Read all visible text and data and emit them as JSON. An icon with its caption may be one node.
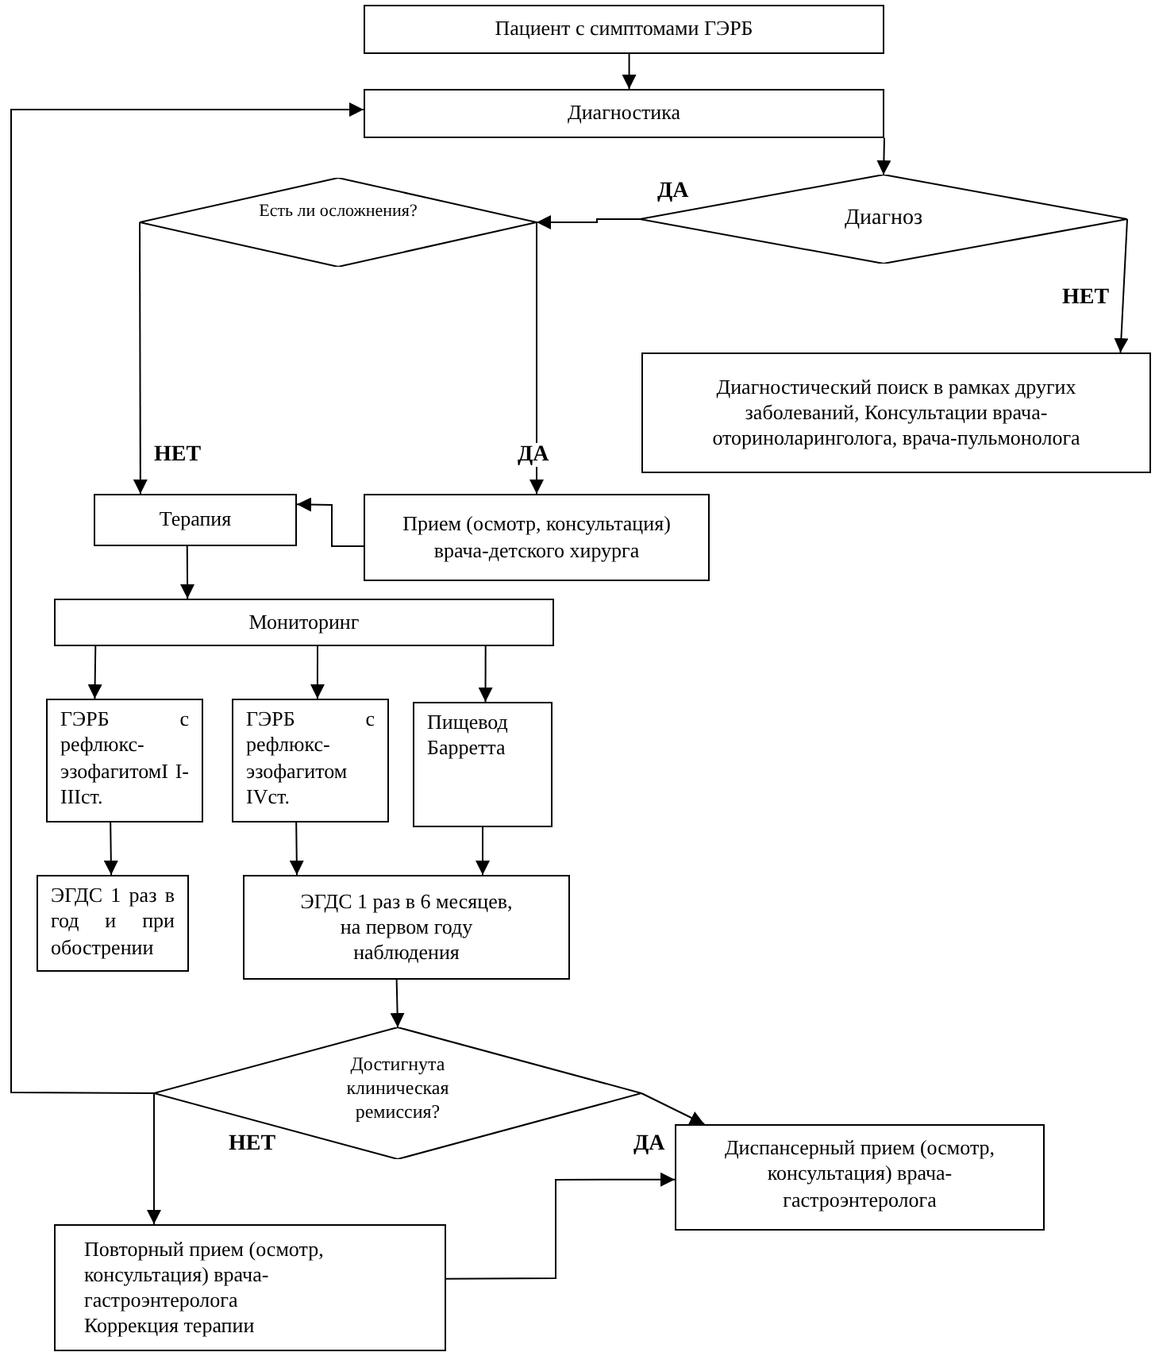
{
  "diagram": {
    "nodes": [
      {
        "text": [
          "Пациент с симптомами ГЭРБ"
        ]
      },
      {
        "text": [
          "Диагностика"
        ]
      },
      {
        "text": [
          "Диагноз"
        ]
      },
      {
        "text": [
          "Есть ли осложнения?"
        ]
      },
      {
        "text": [
          "Диагностический поиск в рамках других заболеваний, Консультации врача- оториноларинголога, врача-пульмонолога"
        ]
      },
      {
        "text": [
          "Терапия"
        ]
      },
      {
        "text": [
          "Прием (осмотр, консультация) врача-детского хирурга"
        ]
      },
      {
        "text": [
          "Мониторинг"
        ]
      },
      {
        "text": [
          "ГЭРБ с рефлюкс-эзофагитомI I-IIIст."
        ]
      },
      {
        "text": [
          "ГЭРБ с рефлюкс-эзофагитом IVст."
        ]
      },
      {
        "text": [
          "Пищевод Барретта"
        ]
      },
      {
        "text": [
          "ЭГДС 1 раз в год и при обострении"
        ]
      },
      {
        "text": [
          "ЭГДС 1 раз в 6 месяцев, на первом году наблюдения"
        ]
      },
      {
        "text": [
          "Достигнута клиническая ремиссия?"
        ]
      },
      {
        "text": [
          "Диспансерный прием (осмотр, консультация) врача-гастроэнтеролога"
        ]
      },
      {
        "text": [
          "Повторный прием (осмотр, консультация) врача-гастроэнтеролога",
          "Коррекция терапии"
        ]
      }
    ],
    "edges": [
      {
        "from": 0,
        "to": 1,
        "arrow": "to"
      },
      {
        "from": 1,
        "to": 2,
        "arrow": "to"
      },
      {
        "from": 2,
        "to": 3,
        "arrow": "to",
        "label": "ДА"
      },
      {
        "from": 2,
        "to": 4,
        "arrow": "to",
        "label": "НЕТ"
      },
      {
        "from": 3,
        "to": 5,
        "arrow": "to",
        "label": "НЕТ"
      },
      {
        "from": 3,
        "to": 6,
        "arrow": "to",
        "label": "ДА"
      },
      {
        "from": 6,
        "to": 5,
        "arrow": "to"
      },
      {
        "from": 5,
        "to": 7,
        "arrow": "to"
      },
      {
        "from": 7,
        "to": 8,
        "arrow": "to"
      },
      {
        "from": 7,
        "to": 9,
        "arrow": "to"
      },
      {
        "from": 7,
        "to": 10,
        "arrow": "to"
      },
      {
        "from": 8,
        "to": 11,
        "arrow": "to"
      },
      {
        "from": 9,
        "to": 12,
        "arrow": "to"
      },
      {
        "from": 10,
        "to": 12,
        "arrow": "to"
      },
      {
        "from": 12,
        "to": 13,
        "arrow": "to"
      },
      {
        "from": 13,
        "to": 1,
        "arrow": "to"
      },
      {
        "from": 13,
        "to": 15,
        "arrow": "to",
        "label": "НЕТ"
      },
      {
        "from": 13,
        "to": 14,
        "arrow": "to",
        "label": "ДА"
      },
      {
        "from": 15,
        "to": 14,
        "arrow": "to"
      }
    ]
  }
}
